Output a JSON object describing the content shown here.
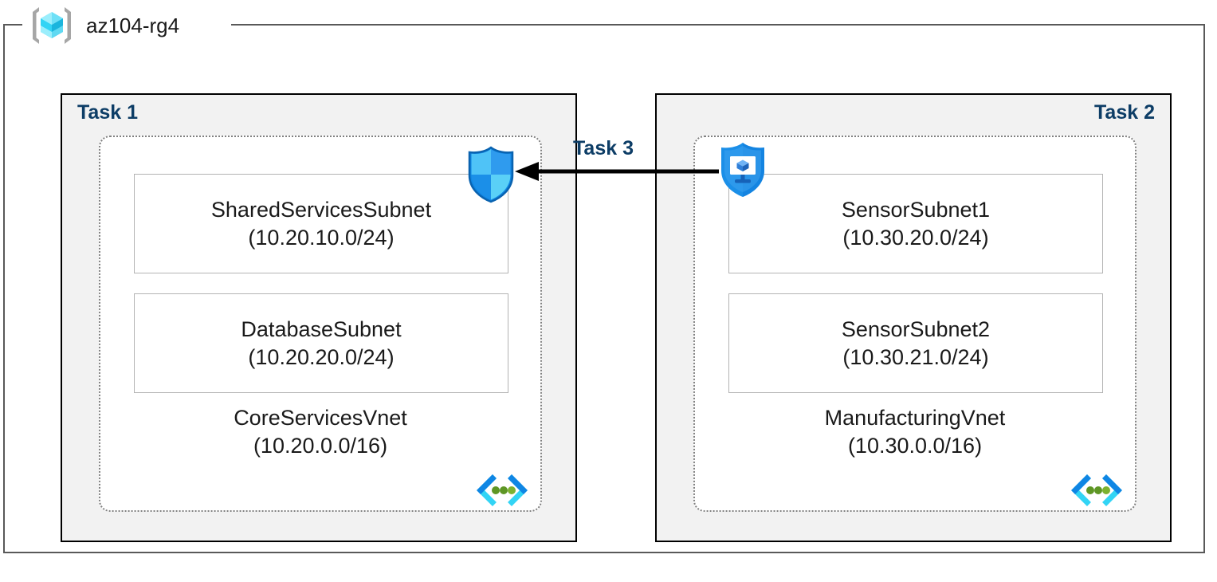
{
  "resource_group": {
    "name": "az104-rg4",
    "icon": "resource-group-cube-icon"
  },
  "connector": {
    "label": "Task 3",
    "direction": "right-to-left",
    "arrow_icon": "left-arrow-icon"
  },
  "icons": {
    "firewall": "shield-icon",
    "bastion": "bastion-shield-monitor-icon",
    "vnet": "virtual-network-icon"
  },
  "panels": [
    {
      "label": "Task 1",
      "label_align": "left",
      "vnet": {
        "name": "CoreServicesVnet",
        "cidr": "(10.20.0.0/16)",
        "icon": "virtual-network-icon",
        "subnets": [
          {
            "name": "SharedServicesSubnet",
            "cidr": "(10.20.10.0/24)"
          },
          {
            "name": "DatabaseSubnet",
            "cidr": "(10.20.20.0/24)"
          }
        ]
      }
    },
    {
      "label": "Task 2",
      "label_align": "right",
      "vnet": {
        "name": "ManufacturingVnet",
        "cidr": "(10.30.0.0/16)",
        "icon": "virtual-network-icon",
        "subnets": [
          {
            "name": "SensorSubnet1",
            "cidr": "(10.30.20.0/24)"
          },
          {
            "name": "SensorSubnet2",
            "cidr": "(10.30.21.0/24)"
          }
        ]
      }
    }
  ],
  "colors": {
    "task_label": "#0d3d66",
    "panel_fill": "#f2f2f2",
    "panel_border": "#000000",
    "vnet_border": "#808080",
    "subnet_border": "#b3b3b3",
    "rg_border": "#595959",
    "azure_blue": "#0f86e4",
    "cyan": "#32d4f5",
    "green_dot": "#5e9624"
  }
}
